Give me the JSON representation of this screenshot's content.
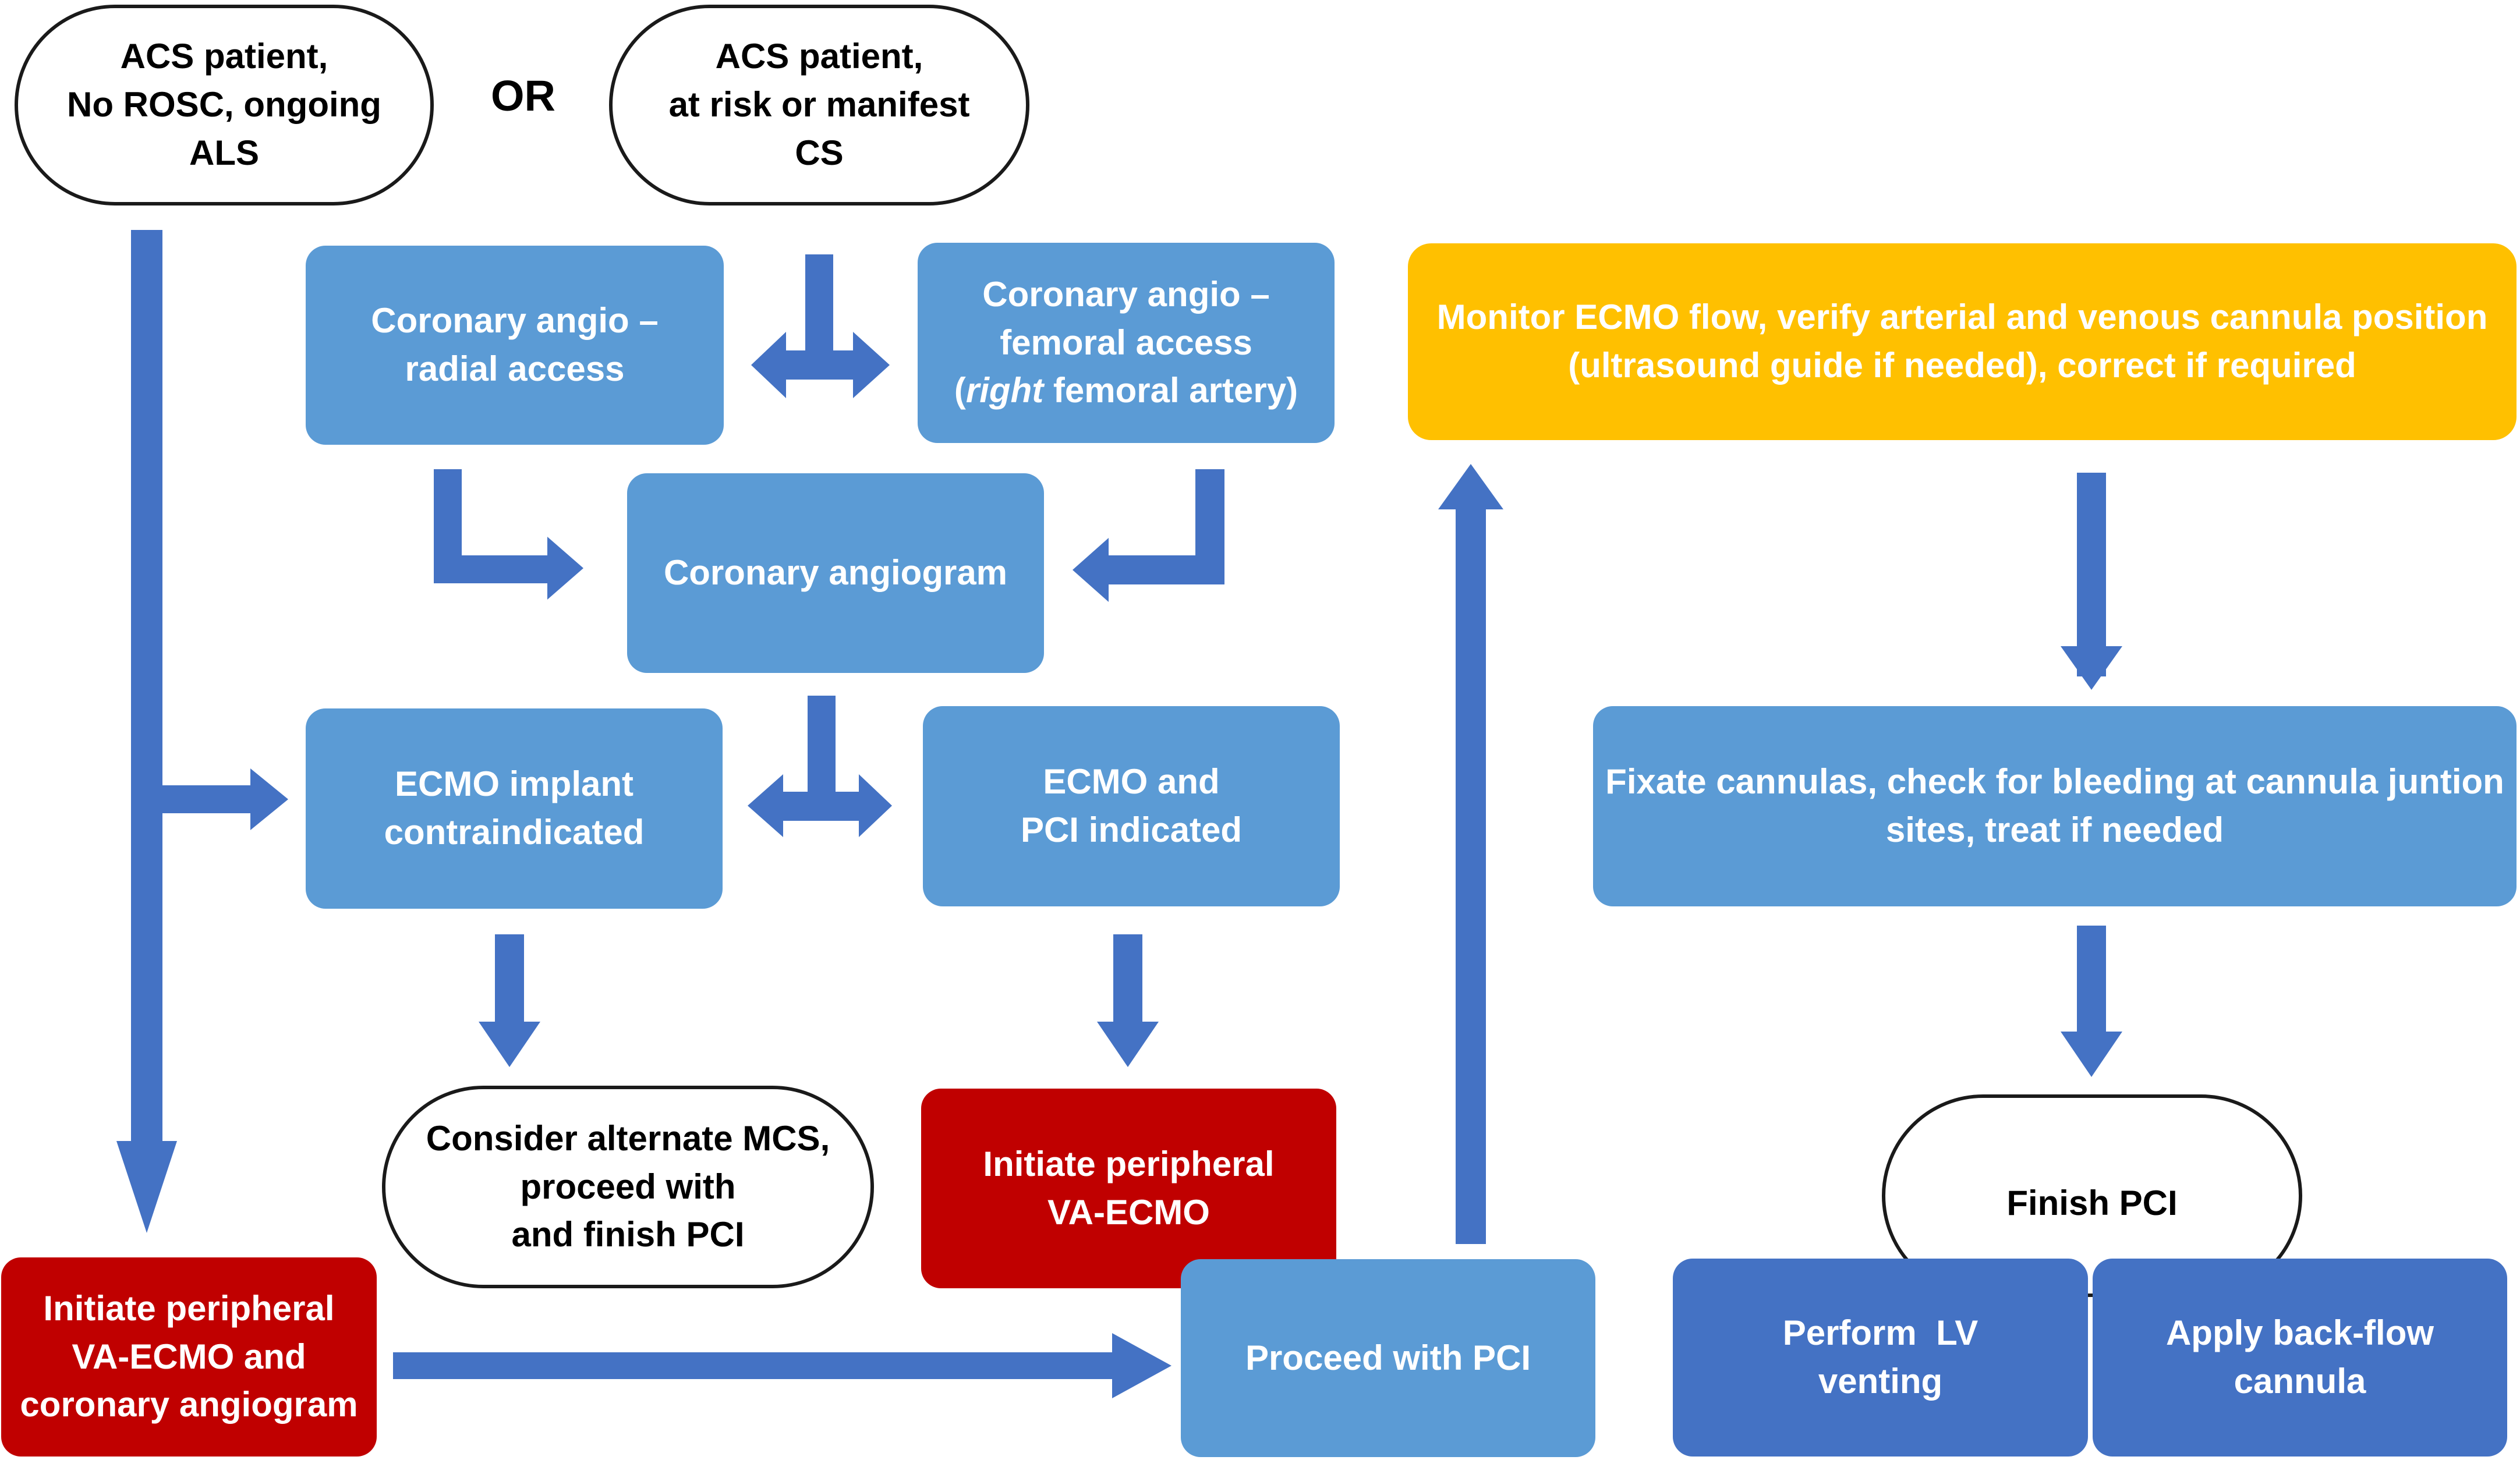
{
  "colors": {
    "arrow": "#4472c4",
    "light_blue": "#5b9bd5",
    "red": "#c00000",
    "orange": "#ffc000",
    "dark_blue": "#4472c4",
    "outline": "#1a1a1a"
  },
  "start": {
    "no_rosc": [
      "ACS patient,",
      "No ROSC, ongoing",
      "ALS"
    ],
    "or_label": "OR",
    "risk_cs": [
      "ACS patient,",
      "at risk or manifest",
      "CS"
    ]
  },
  "access": {
    "radial": [
      "Coronary angio –",
      "radial access"
    ],
    "femoral_line1": "Coronary angio –",
    "femoral_line2": "femoral access",
    "femoral_open": "(",
    "femoral_right": "right",
    "femoral_rest": " femoral artery)"
  },
  "angiogram": "Coronary angiogram",
  "decision": {
    "contraindicated": [
      "ECMO implant",
      "contraindicated"
    ],
    "indicated": [
      "ECMO and",
      "PCI indicated"
    ]
  },
  "alternate": [
    "Consider alternate MCS,",
    "proceed with",
    "and finish PCI"
  ],
  "initiate_peripheral": [
    "Initiate peripheral",
    "VA-ECMO"
  ],
  "initiate_with_angio": [
    "Initiate peripheral",
    "VA-ECMO and",
    "coronary angiogram"
  ],
  "proceed_pci": "Proceed with PCI",
  "monitor": [
    "Monitor ECMO flow, verify arterial and venous cannula position",
    "(ultrasound guide if needed), correct if required"
  ],
  "fixate": [
    "Fixate cannulas, check for bleeding at cannula juntion",
    "sites, treat if needed"
  ],
  "finish_pci": "Finish PCI",
  "lv_venting": [
    "Perform  LV",
    "venting"
  ],
  "back_flow": [
    "Apply back-flow",
    "cannula"
  ]
}
